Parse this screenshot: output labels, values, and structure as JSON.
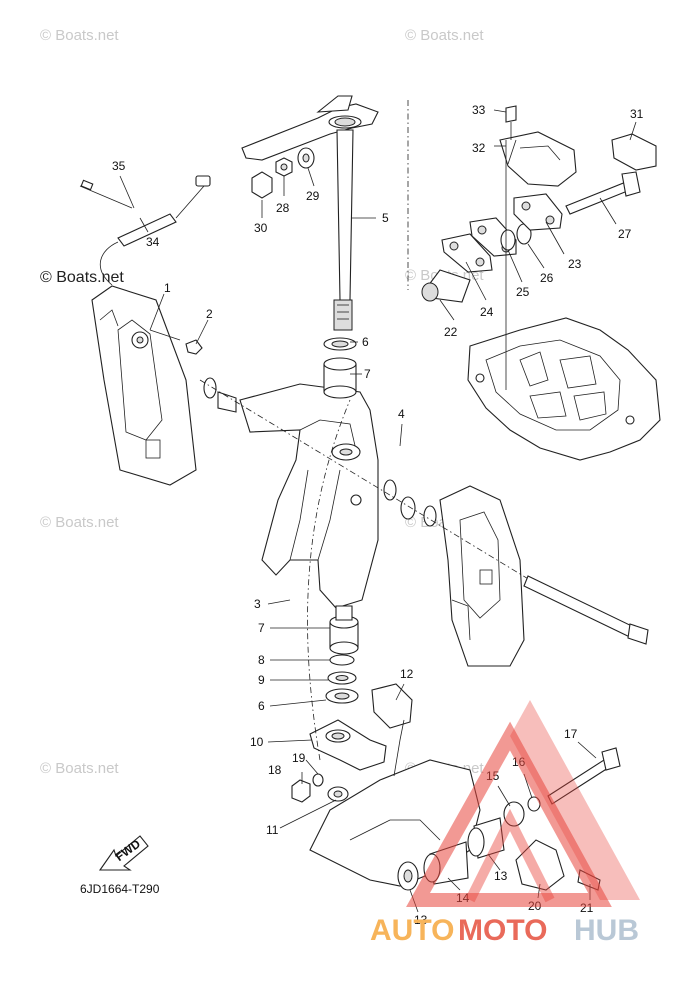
{
  "watermarks": {
    "light_text": "© Boats.net",
    "dark_text": "© Boats.net"
  },
  "diagram_code": "6JD1664-T290",
  "direction_label": "FWD",
  "logo": {
    "part1": "AUTO",
    "part2": "MOTO",
    "part3": "HUB",
    "colors": {
      "auto": "#f7b45a",
      "moto": "#e96a5a",
      "hub": "#b9c8d6",
      "triangle": "#e8453c"
    }
  },
  "callouts": [
    "1",
    "2",
    "3",
    "4",
    "5",
    "6",
    "7",
    "8",
    "9",
    "10",
    "11",
    "12",
    "13",
    "14",
    "15",
    "16",
    "17",
    "18",
    "19",
    "20",
    "21",
    "22",
    "23",
    "24",
    "25",
    "26",
    "27",
    "28",
    "29",
    "30",
    "31",
    "32",
    "33",
    "34",
    "35"
  ]
}
